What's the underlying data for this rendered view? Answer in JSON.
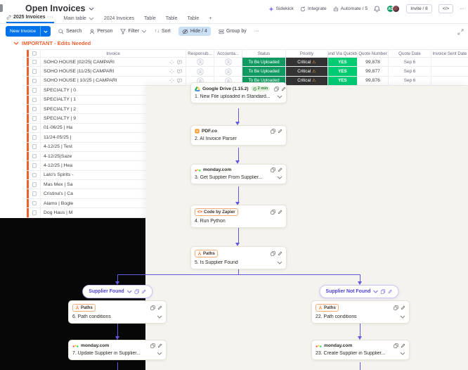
{
  "header": {
    "title": "Open Invoices",
    "actions": {
      "sidekick": "Sidekick",
      "integrate": "Integrate",
      "automate": "Automate / 5",
      "invite": "Invite / 8",
      "code": "</>",
      "more": "···"
    },
    "avatar_initials": "AC"
  },
  "tabs": {
    "items": [
      {
        "label": "2025 Invoices",
        "active": true
      },
      {
        "label": "Main table"
      },
      {
        "label": "2024 Invoices"
      },
      {
        "label": "Table"
      },
      {
        "label": "Table"
      },
      {
        "label": "Table"
      },
      {
        "label": "+"
      }
    ],
    "active_more": "···"
  },
  "toolbar": {
    "new_invoice": "New Invoice",
    "search": "Search",
    "person": "Person",
    "filter": "Filter",
    "sort": "Sort",
    "hide": "Hide / 4",
    "group_by": "Group by",
    "more": "···"
  },
  "group": {
    "title": "IMPORTANT - Edits Needed"
  },
  "table": {
    "columns": [
      "Invoice",
      "Responsib...",
      "Accounta...",
      "Status",
      "Priority",
      "Send Via Quickb...",
      "Quote Number",
      "Quote Date",
      "Invoice Sent Date"
    ],
    "rows": [
      {
        "name": "SOHO HOUSE |02/25| CAMPARI",
        "status": "To Be Uploaded",
        "priority": "Critical",
        "priority_warn": "⚠",
        "send": "YES",
        "quote_number": "99,878",
        "quote_date": "Sep 6",
        "invoice_sent": ""
      },
      {
        "name": "SOHO HOUSE |11/25| CAMPARI",
        "status": "To Be Uploaded",
        "priority": "Critical",
        "priority_warn": "⚠",
        "send": "YES",
        "quote_number": "99,877",
        "quote_date": "Sep 6",
        "invoice_sent": ""
      },
      {
        "name": "SOHO HOUSE | 10/25 | CAMPARI",
        "status": "To Be Uploaded",
        "priority": "Critical",
        "priority_warn": "⚠",
        "send": "YES",
        "quote_number": "99,876",
        "quote_date": "Sep 6",
        "invoice_sent": ""
      },
      {
        "name": "SPECIALTY | 0"
      },
      {
        "name": "SPECIALTY | 1"
      },
      {
        "name": "SPECIALTY | 2"
      },
      {
        "name": "SPECIALTY | 9"
      },
      {
        "name": "01-06/25 | Ha"
      },
      {
        "name": "11/24-05/25 |"
      },
      {
        "name": "4-12/25 | Test"
      },
      {
        "name": "4-12/25|Saze"
      },
      {
        "name": "4-12/25 | Hea"
      },
      {
        "name": "Lalo's Spirits -"
      },
      {
        "name": "Mas Mex | Sa"
      },
      {
        "name": "Cristina's | Ca"
      },
      {
        "name": "Alamo | Bogle"
      },
      {
        "name": "Dog Haus | M"
      }
    ]
  },
  "flow": {
    "steps": [
      {
        "app": "Google Drive (1.15.2)",
        "duration": "2 min",
        "title": "1. New File uploaded in Standard..."
      },
      {
        "app": "PDF.co",
        "title": "2. AI Invoice Parser"
      },
      {
        "app": "monday.com",
        "title": "3. Get Supplier From Supplier..."
      },
      {
        "app": "Code by Zapier",
        "title": "4. Run Python"
      },
      {
        "app": "Paths",
        "title": "5. Is Supplier Found"
      }
    ],
    "branches": {
      "left": {
        "label": "Supplier Found",
        "steps": [
          {
            "app": "Paths",
            "title": "6. Path conditions"
          },
          {
            "app": "monday.com",
            "title": "7. Update Supplier in Supplier..."
          }
        ]
      },
      "right": {
        "label": "Supplier Not Found",
        "steps": [
          {
            "app": "Paths",
            "title": "22. Path conditions"
          },
          {
            "app": "monday.com",
            "title": "23. Create Supplier in Supplier..."
          }
        ]
      }
    }
  },
  "colors": {
    "accent_blue": "#0073ea",
    "group_orange": "#f0602f",
    "status_green": "#0f9a62",
    "yes_green": "#00ca72",
    "critical_bg": "#333333",
    "flow_purple": "#6358de",
    "zapier_cream": "#f5f3ee",
    "zapier_orange": "#ff4f00"
  }
}
